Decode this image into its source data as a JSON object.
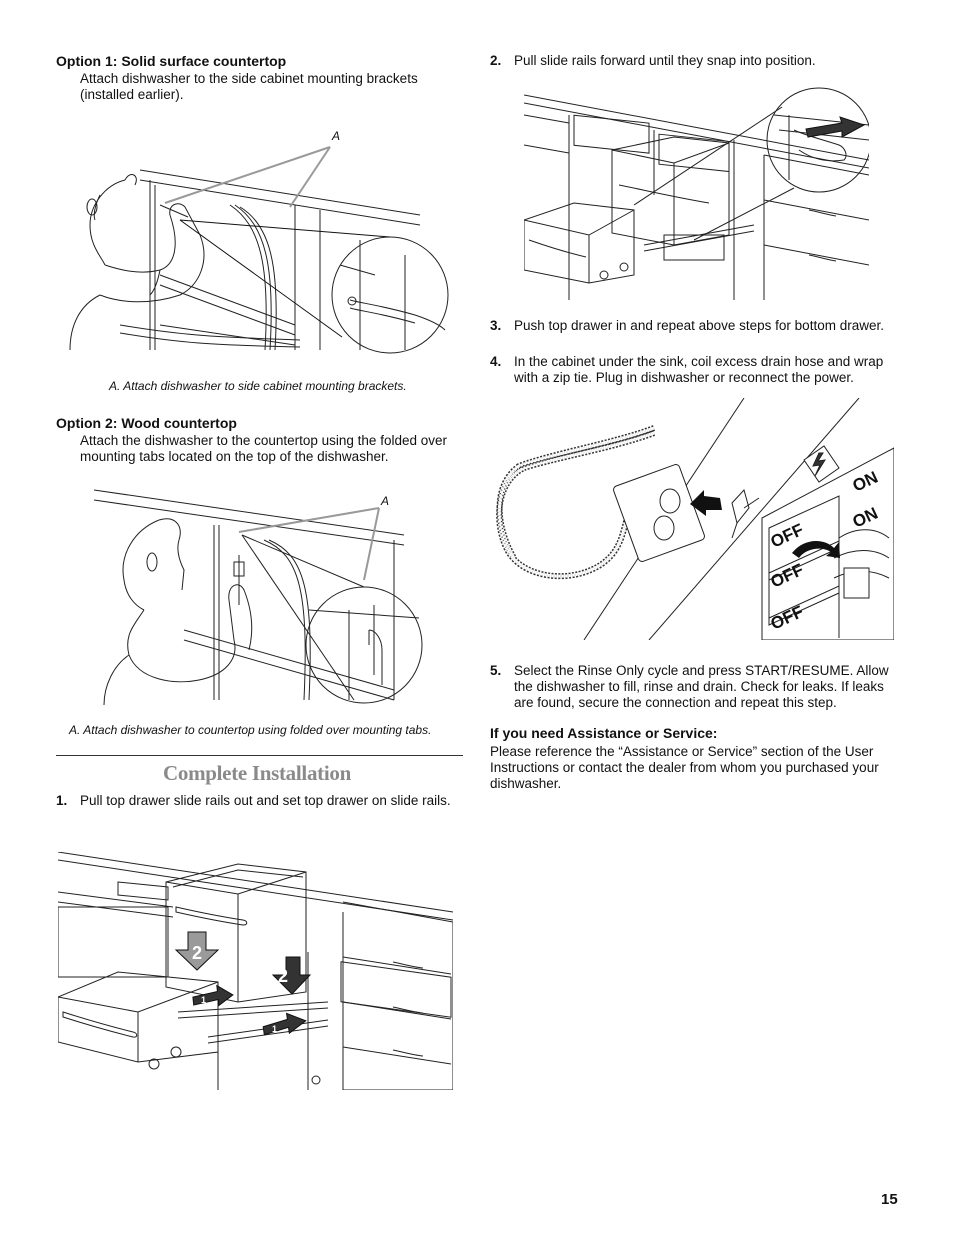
{
  "left": {
    "option1": {
      "heading": "Option 1: Solid surface countertop",
      "body": "Attach dishwasher to the side cabinet mounting brackets (installed earlier).",
      "callout": "A",
      "caption": "A. Attach dishwasher to side cabinet mounting brackets."
    },
    "option2": {
      "heading": "Option 2: Wood countertop",
      "body": "Attach the dishwasher to the countertop using the folded over mounting tabs located on the top of the dishwasher.",
      "callout": "A",
      "caption": "A. Attach dishwasher to countertop using folded over mounting tabs."
    },
    "section_title": "Complete Installation",
    "step1": {
      "num": "1.",
      "text": "Pull top drawer slide rails out and set top drawer on slide rails.",
      "fig_labels": [
        "2",
        "2",
        "1",
        "1"
      ]
    }
  },
  "right": {
    "step2": {
      "num": "2.",
      "text": "Pull slide rails forward until they snap into position."
    },
    "step3": {
      "num": "3.",
      "text": "Push top drawer in and repeat above steps for bottom drawer."
    },
    "step4": {
      "num": "4.",
      "text": "In the cabinet under the sink, coil excess drain hose and wrap with a zip tie. Plug in dishwasher or reconnect the power."
    },
    "power_fig": {
      "on": "ON",
      "on2": "ON",
      "off": "OFF",
      "off2": "OFF",
      "off3": "OFF"
    },
    "step5": {
      "num": "5.",
      "text": "Select the Rinse Only cycle and press START/RESUME. Allow the dishwasher to fill, rinse and drain. Check for leaks. If leaks are found, secure the connection and repeat this step."
    },
    "assistance": {
      "heading": "If you need Assistance or Service:",
      "body": "Please reference the “Assistance or Service” section of the User Instructions or contact the dealer from whom you purchased your dishwasher."
    }
  },
  "page_number": "15"
}
